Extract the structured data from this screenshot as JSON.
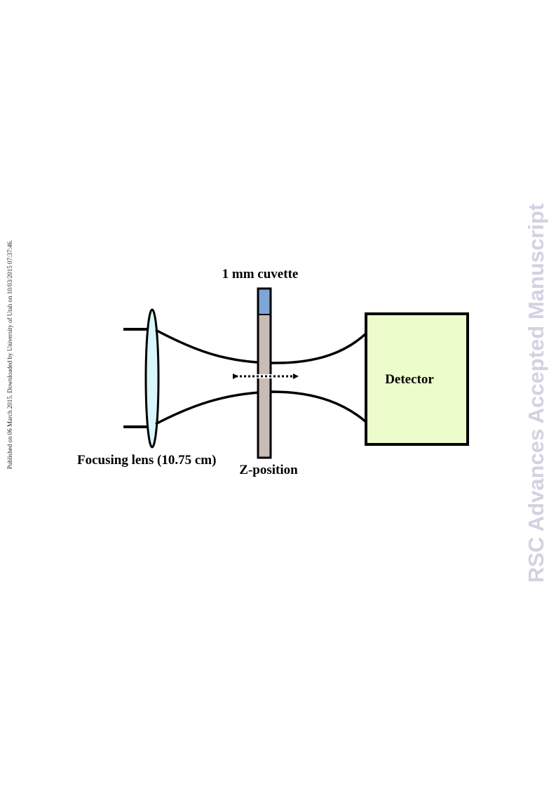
{
  "side_note": "Published on 06 March 2015. Downloaded by University of Utah on 10/03/2015 07:37:46.",
  "watermark": "RSC Advances Accepted Manuscript",
  "labels": {
    "cuvette": "1 mm cuvette",
    "detector": "Detector",
    "lens": "Focusing lens (10.75 cm)",
    "z_position": "Z-position"
  },
  "colors": {
    "lens_fill": "#d8f6fb",
    "cuvette_body": "#c8bdb6",
    "cuvette_sample": "#7ea6d8",
    "detector_fill": "#ecfccb",
    "beam": "#000000",
    "watermark": "#d2d2e2"
  }
}
